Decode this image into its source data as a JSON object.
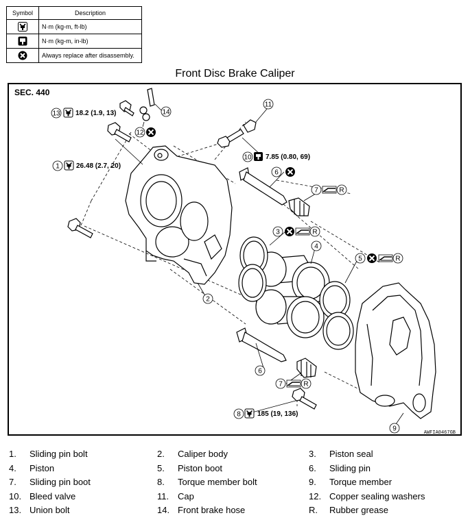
{
  "legend": {
    "header_symbol": "Symbol",
    "header_description": "Description",
    "rows": [
      {
        "icon": "torque-wrench-icon",
        "text": "N·m (kg-m, ft-lb)"
      },
      {
        "icon": "torque-wrench-small-icon",
        "text": "N·m (kg-m, in-lb)"
      },
      {
        "icon": "replace-x-icon",
        "text": "Always replace after disassembly."
      }
    ]
  },
  "title": "Front Disc Brake Caliper",
  "diagram": {
    "section": "SEC. 440",
    "code": "AWFIA0467GB",
    "torques": {
      "t13": "18.2 (1.9, 13)",
      "t1": "26.48 (2.7, 20)",
      "t10": "7.85 (0.80, 69)",
      "t8": "185 (19, 136)"
    },
    "callouts": [
      "1",
      "2",
      "3",
      "4",
      "5",
      "6",
      "7",
      "8",
      "9",
      "10",
      "11",
      "12",
      "13",
      "14"
    ],
    "grease_mark": "R"
  },
  "parts": [
    {
      "num": "1.",
      "name": "Sliding pin bolt"
    },
    {
      "num": "2.",
      "name": "Caliper body"
    },
    {
      "num": "3.",
      "name": "Piston seal"
    },
    {
      "num": "4.",
      "name": "Piston"
    },
    {
      "num": "5.",
      "name": "Piston boot"
    },
    {
      "num": "6.",
      "name": "Sliding pin"
    },
    {
      "num": "7.",
      "name": "Sliding pin boot"
    },
    {
      "num": "8.",
      "name": "Torque member bolt"
    },
    {
      "num": "9.",
      "name": "Torque member"
    },
    {
      "num": "10.",
      "name": "Bleed valve"
    },
    {
      "num": "11.",
      "name": "Cap"
    },
    {
      "num": "12.",
      "name": "Copper sealing washers"
    },
    {
      "num": "13.",
      "name": "Union bolt"
    },
    {
      "num": "14.",
      "name": "Front brake hose"
    },
    {
      "num": "R.",
      "name": "Rubber grease"
    }
  ]
}
